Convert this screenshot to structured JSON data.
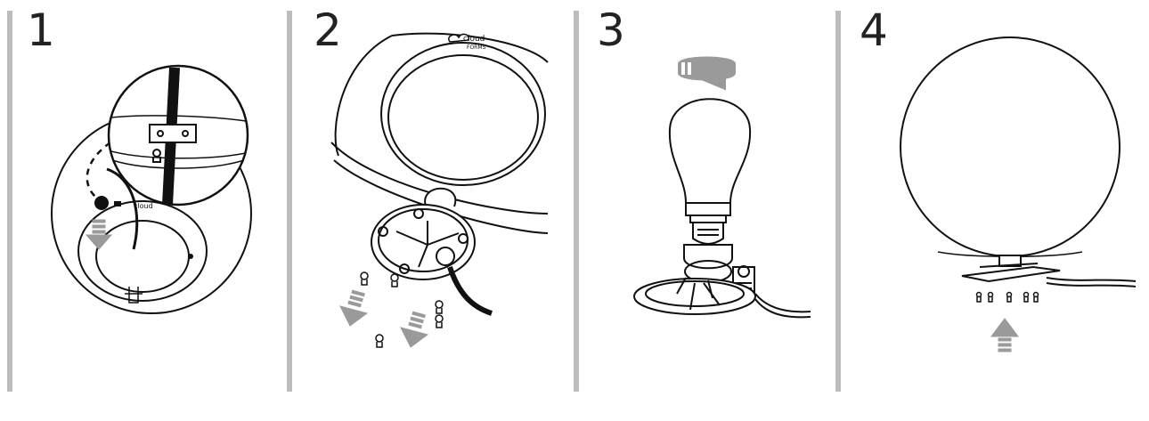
{
  "steps": [
    {
      "number": "1",
      "illustration": "remove-cover-ring"
    },
    {
      "number": "2",
      "illustration": "unscrew-base-plate"
    },
    {
      "number": "3",
      "illustration": "screw-in-bulb"
    },
    {
      "number": "4",
      "illustration": "reattach-globe"
    }
  ],
  "brand_logo": {
    "line1": "cloud",
    "line2": "FORMS"
  },
  "colors": {
    "separator": "#bdbdbd",
    "line": "#111111",
    "arrow": "#9a9a9a",
    "background": "#ffffff"
  },
  "icons": [
    "arrow-down-icon",
    "arrow-up-icon",
    "rotate-clockwise-icon",
    "screw-icon"
  ]
}
